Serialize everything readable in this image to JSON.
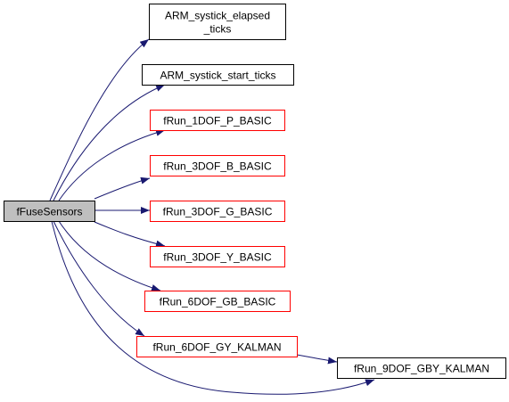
{
  "colors": {
    "root_fill": "#bfbfbf",
    "root_stroke": "#000000",
    "plain_stroke": "#000000",
    "warn_stroke": "#ff0000",
    "node_fill": "#ffffff",
    "edge": "#191970"
  },
  "nodes": [
    {
      "id": "fFuseSensors",
      "lines": [
        "fFuseSensors"
      ],
      "kind": "root"
    },
    {
      "id": "ARM_systick_elapsed_ticks",
      "lines": [
        "ARM_systick_elapsed",
        "_ticks"
      ],
      "kind": "plain"
    },
    {
      "id": "ARM_systick_start_ticks",
      "lines": [
        "ARM_systick_start_ticks"
      ],
      "kind": "plain"
    },
    {
      "id": "fRun_1DOF_P_BASIC",
      "lines": [
        "fRun_1DOF_P_BASIC"
      ],
      "kind": "warn"
    },
    {
      "id": "fRun_3DOF_B_BASIC",
      "lines": [
        "fRun_3DOF_B_BASIC"
      ],
      "kind": "warn"
    },
    {
      "id": "fRun_3DOF_G_BASIC",
      "lines": [
        "fRun_3DOF_G_BASIC"
      ],
      "kind": "warn"
    },
    {
      "id": "fRun_3DOF_Y_BASIC",
      "lines": [
        "fRun_3DOF_Y_BASIC"
      ],
      "kind": "warn"
    },
    {
      "id": "fRun_6DOF_GB_BASIC",
      "lines": [
        "fRun_6DOF_GB_BASIC"
      ],
      "kind": "warn"
    },
    {
      "id": "fRun_6DOF_GY_KALMAN",
      "lines": [
        "fRun_6DOF_GY_KALMAN"
      ],
      "kind": "warn"
    },
    {
      "id": "fRun_9DOF_GBY_KALMAN",
      "lines": [
        "fRun_9DOF_GBY_KALMAN"
      ],
      "kind": "plain"
    }
  ],
  "edges": [
    {
      "from": "fFuseSensors",
      "to": "ARM_systick_elapsed_ticks"
    },
    {
      "from": "fFuseSensors",
      "to": "ARM_systick_start_ticks"
    },
    {
      "from": "fFuseSensors",
      "to": "fRun_1DOF_P_BASIC"
    },
    {
      "from": "fFuseSensors",
      "to": "fRun_3DOF_B_BASIC"
    },
    {
      "from": "fFuseSensors",
      "to": "fRun_3DOF_G_BASIC"
    },
    {
      "from": "fFuseSensors",
      "to": "fRun_3DOF_Y_BASIC"
    },
    {
      "from": "fFuseSensors",
      "to": "fRun_6DOF_GB_BASIC"
    },
    {
      "from": "fFuseSensors",
      "to": "fRun_6DOF_GY_KALMAN"
    },
    {
      "from": "fFuseSensors",
      "to": "fRun_9DOF_GBY_KALMAN"
    },
    {
      "from": "fRun_6DOF_GY_KALMAN",
      "to": "fRun_9DOF_GBY_KALMAN"
    }
  ]
}
